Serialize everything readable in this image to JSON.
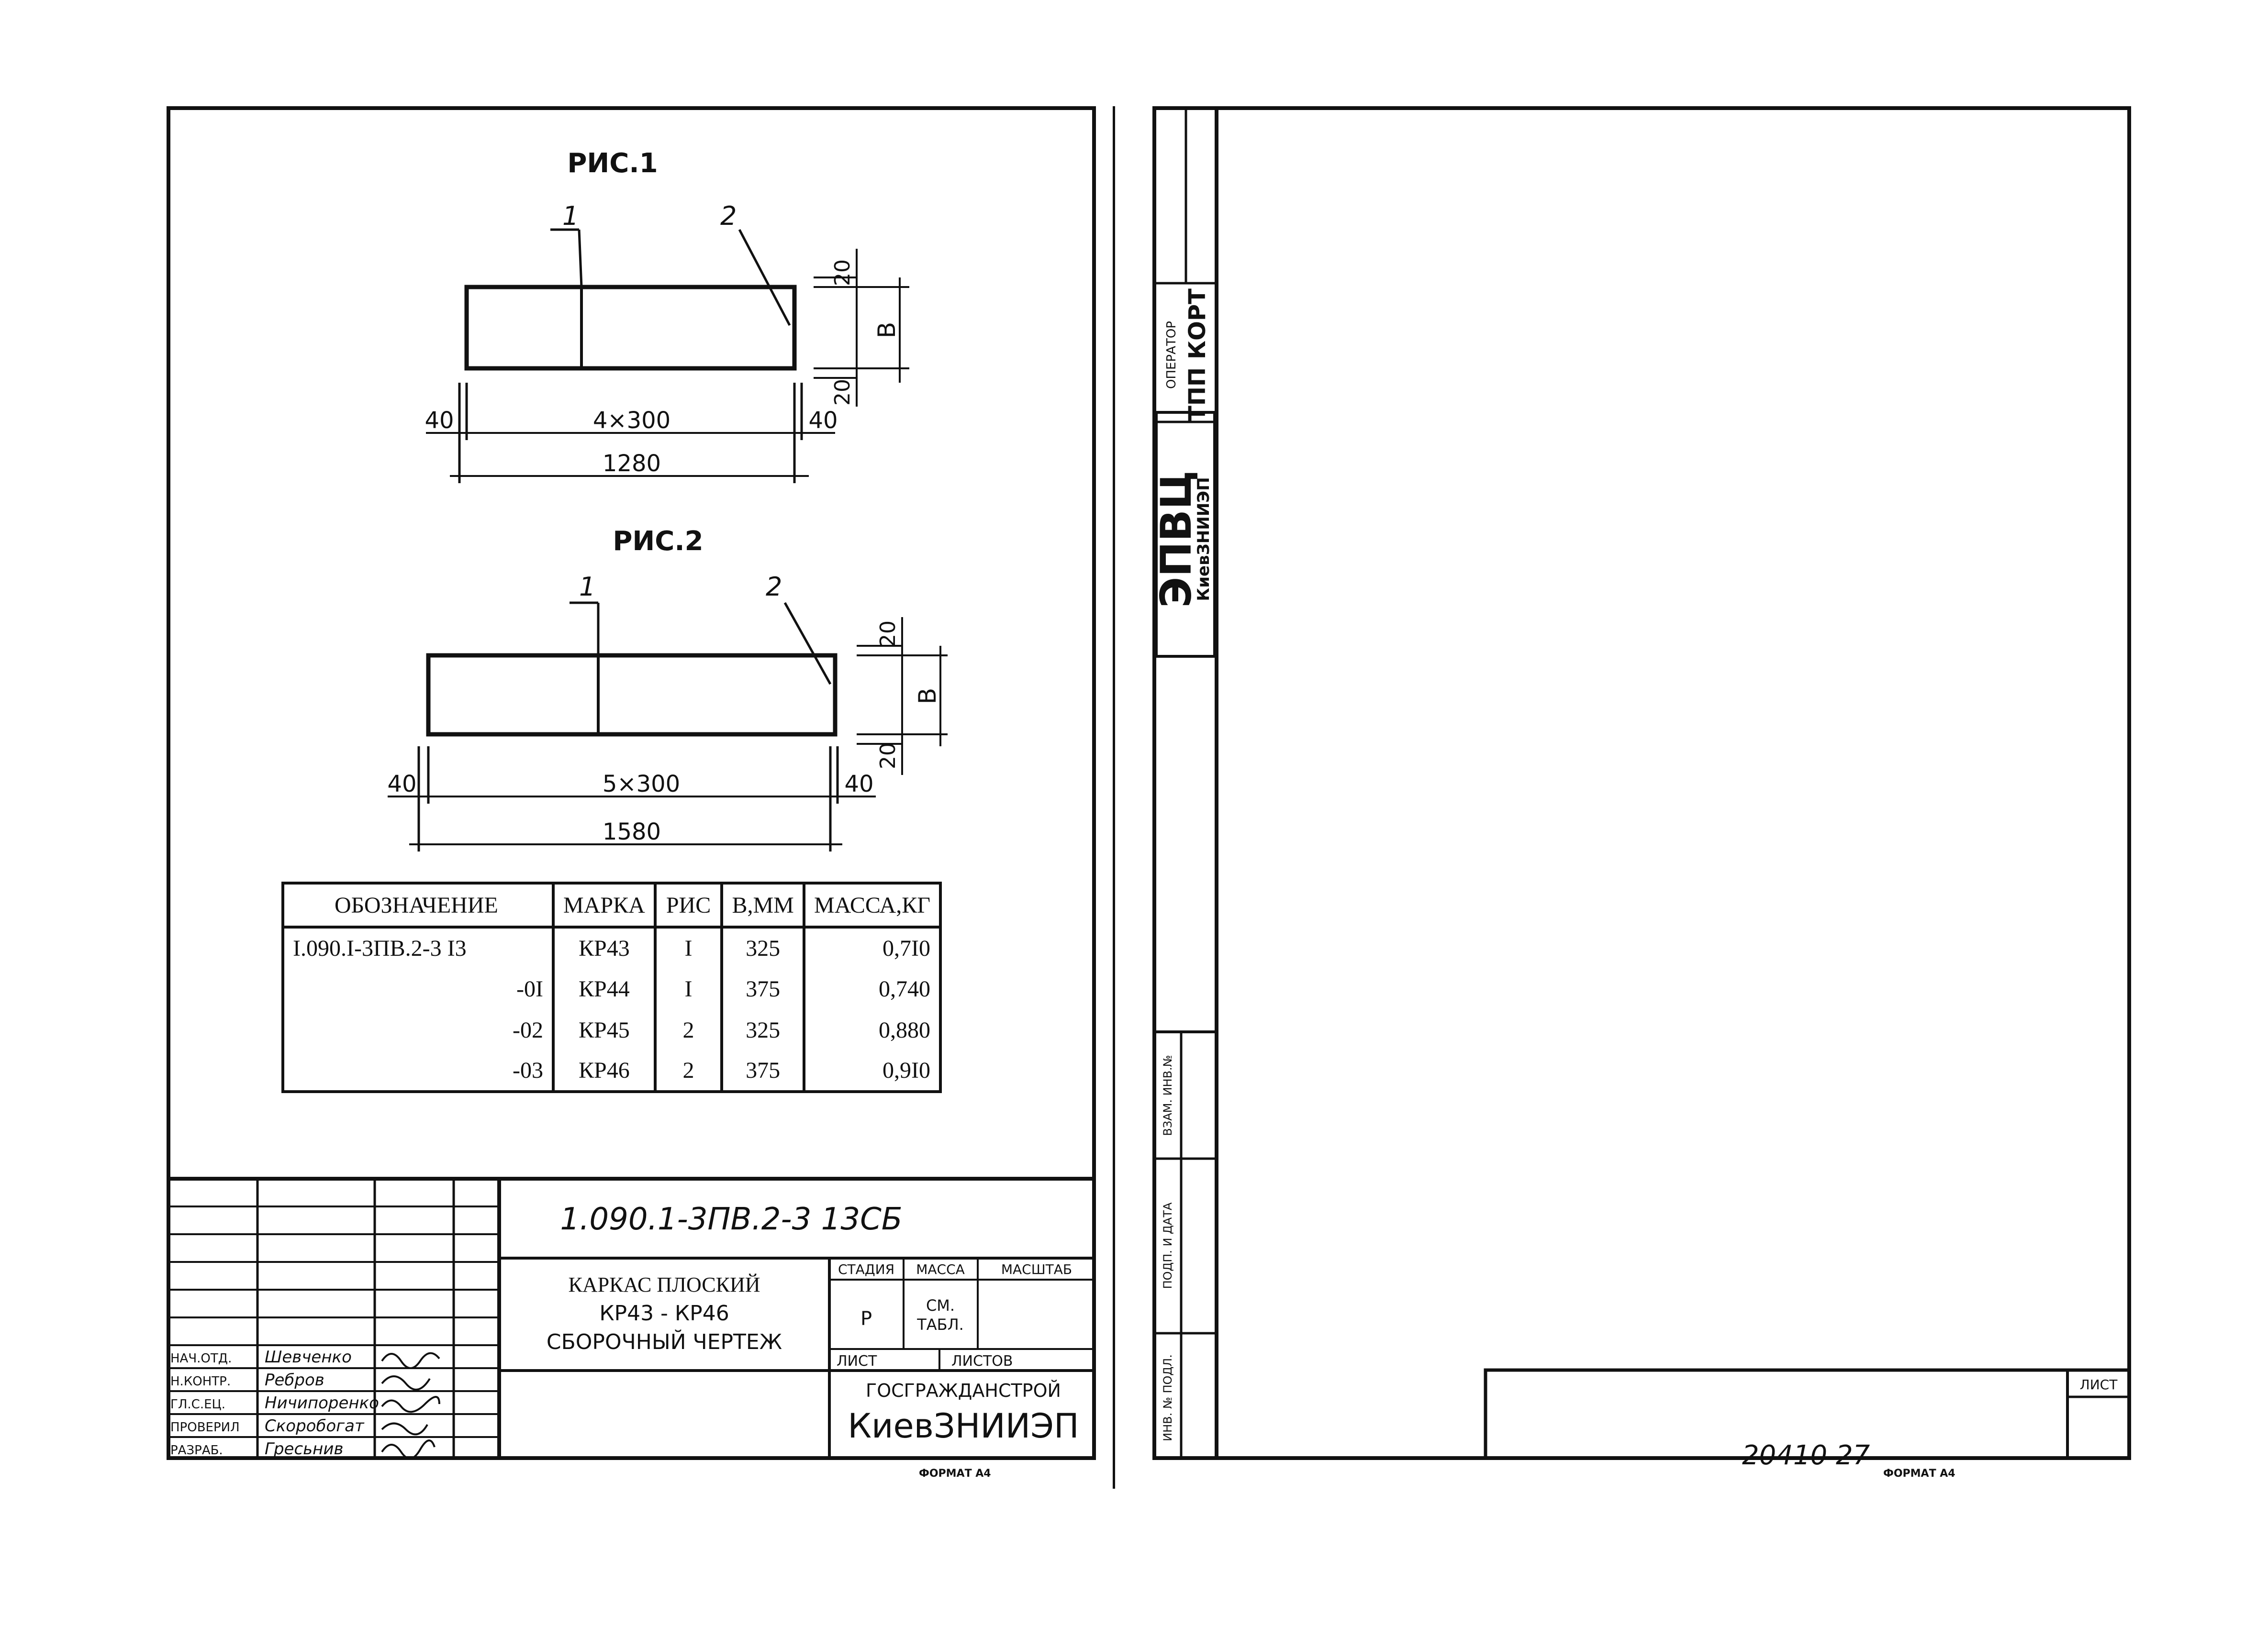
{
  "figures": [
    {
      "title": "РИС.1",
      "callout_1": "1",
      "callout_2": "2",
      "dim_top": "20",
      "dim_bottom": "20",
      "dim_b": "В",
      "dim_left": "40",
      "dim_mid": "4×300",
      "dim_right": "40",
      "dim_total": "1280"
    },
    {
      "title": "РИС.2",
      "callout_1": "1",
      "callout_2": "2",
      "dim_top": "20",
      "dim_bottom": "20",
      "dim_b": "В",
      "dim_left": "40",
      "dim_mid": "5×300",
      "dim_right": "40",
      "dim_total": "1580"
    }
  ],
  "spec_table": {
    "headers": [
      "ОБОЗНАЧЕНИЕ",
      "МАРКА",
      "РИС",
      "В,ММ",
      "МАССА,КГ"
    ],
    "rows": [
      [
        "I.090.I-3ПВ.2-3 I3",
        "КР43",
        "I",
        "325",
        "0,7I0"
      ],
      [
        "-0I",
        "КР44",
        "I",
        "375",
        "0,740"
      ],
      [
        "-02",
        "КР45",
        "2",
        "325",
        "0,880"
      ],
      [
        "-03",
        "КР46",
        "2",
        "375",
        "0,9I0"
      ]
    ]
  },
  "title_block": {
    "doc_code": "1.090.1-3ПВ.2-3   13СБ",
    "name_line1": "КАРКАС ПЛОСКИЙ",
    "name_line2": "КР43 - КР46",
    "name_line3": "СБОРОЧНЫЙ  ЧЕРТЕЖ",
    "stage_label": "СТАДИЯ",
    "mass_label": "МАССА",
    "scale_label": "МАСШТАБ",
    "stage_value": "Р",
    "mass_value_1": "СМ.",
    "mass_value_2": "ТАБЛ.",
    "sheet_label": "ЛИСТ",
    "sheets_label": "ЛИСТОВ",
    "org_line1": "ГОСГРАЖДАНСТРОЙ",
    "org_line2": "КиевЗНИИЭП",
    "roles": [
      {
        "role": "НАЧ.ОТД.",
        "name": "Шевченко"
      },
      {
        "role": "Н.КОНТР.",
        "name": "Ребров"
      },
      {
        "role": "ГЛ.С.ЕЦ.",
        "name": "Ничипоренко"
      },
      {
        "role": "ПРОВЕРИЛ",
        "name": "Скоробогат"
      },
      {
        "role": "РАЗРАБ.",
        "name": "Гресьнив"
      }
    ],
    "format_label": "ФОРМАТ А4"
  },
  "right_sheet": {
    "stamp_operator": "ОПЕРАТОР",
    "stamp_tpp": "ТПП КОРТ",
    "stamp_epvc": "ЭПВЦ",
    "stamp_org": "КиевЗНИИЭП",
    "side_label_1": "ВЗАМ. ИНВ.№",
    "side_label_2": "ПОДП. И ДАТА",
    "side_label_3": "ИНВ. № ПОДЛ.",
    "sheet_label": "ЛИСТ",
    "inv_number": "20410  27",
    "format_label": "ФОРМАТ А4"
  }
}
